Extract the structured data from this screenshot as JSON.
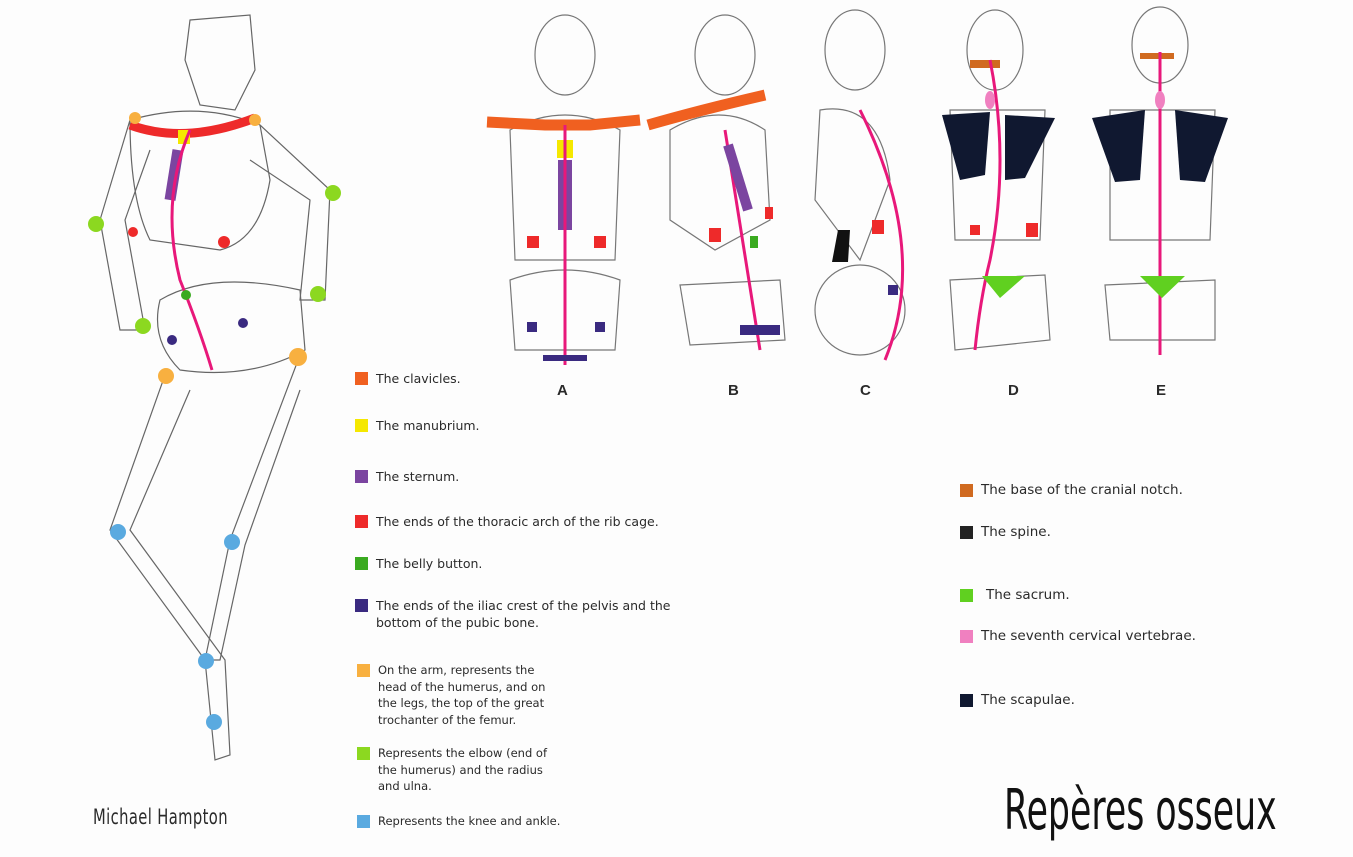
{
  "figure_labels": [
    "A",
    "B",
    "C",
    "D",
    "E"
  ],
  "credit": "Michael Hampton",
  "title": "Repères osseux",
  "legend_front": [
    {
      "color": "#f06020",
      "text": "The clavicles."
    },
    {
      "color": "#f5e800",
      "text": "The manubrium."
    },
    {
      "color": "#7b45a0",
      "text": "The sternum."
    },
    {
      "color": "#ee2a2a",
      "text": "The ends of the thoracic arch of the rib cage."
    },
    {
      "color": "#3aaa20",
      "text": "The belly button."
    },
    {
      "color": "#3a2a80",
      "text": "The ends of the iliac crest of the pelvis and the bottom of the pubic bone."
    },
    {
      "color": "#f8b040",
      "text": "On the arm, represents the head of the humerus, and on the legs, the top of the great trochanter of the femur."
    },
    {
      "color": "#8cd820",
      "text": "Represents the elbow (end of the humerus) and the radius and ulna."
    },
    {
      "color": "#5aaae0",
      "text": "Represents the knee and ankle."
    }
  ],
  "legend_back": [
    {
      "color": "#d06a20",
      "text": "The base of the cranial notch."
    },
    {
      "color": "#222222",
      "text": "The spine."
    },
    {
      "color": "#60d020",
      "text": "The sacrum."
    },
    {
      "color": "#f080c0",
      "text": "The seventh cervical vertebrae."
    },
    {
      "color": "#101830",
      "text": "The scapulae."
    }
  ],
  "colors": {
    "midline": "#e8187a",
    "ink": "#555555"
  }
}
